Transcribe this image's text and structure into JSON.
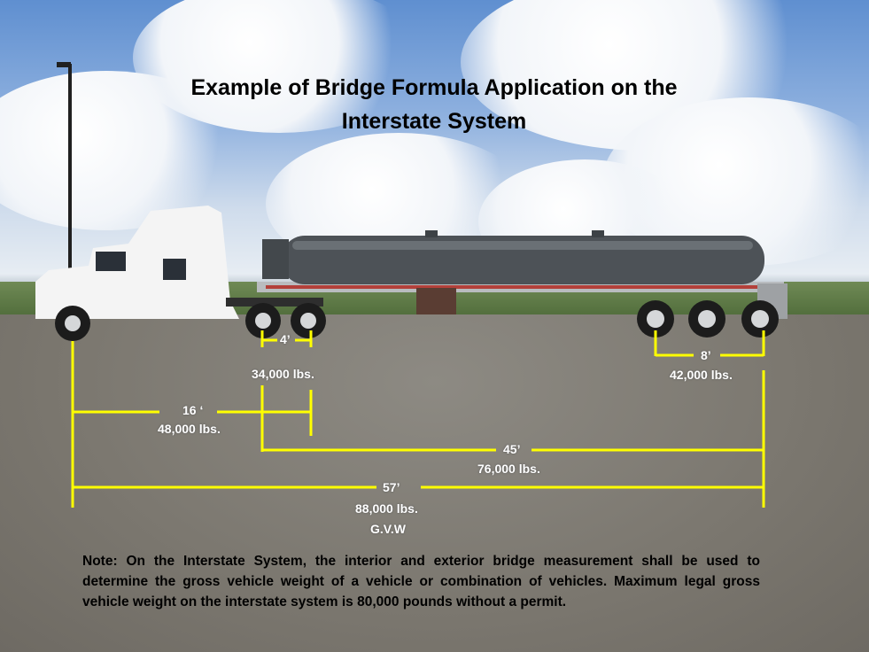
{
  "title_line1": "Example of Bridge Formula Application on the",
  "title_line2": "Interstate System",
  "measurements": {
    "m4": {
      "distance": "4’",
      "weight": "34,000 lbs."
    },
    "m8": {
      "distance": "8’",
      "weight": "42,000 lbs."
    },
    "m16": {
      "distance": "16 ‘",
      "weight": "48,000 lbs."
    },
    "m45": {
      "distance": "45’",
      "weight": "76,000 lbs."
    },
    "m57": {
      "distance": "57’",
      "weight": "88,000 lbs.",
      "extra": "G.V.W"
    }
  },
  "note": "Note:  On the  Interstate System, the interior and exterior bridge  measurement shall be used to determine the gross vehicle weight of a vehicle or combination of vehicles.  Maximum  legal gross vehicle weight on the interstate system is 80,000 pounds without a permit.",
  "colors": {
    "dimension_line": "#ffff00",
    "tank": "#4d5257",
    "cab": "#f4f4f4"
  }
}
